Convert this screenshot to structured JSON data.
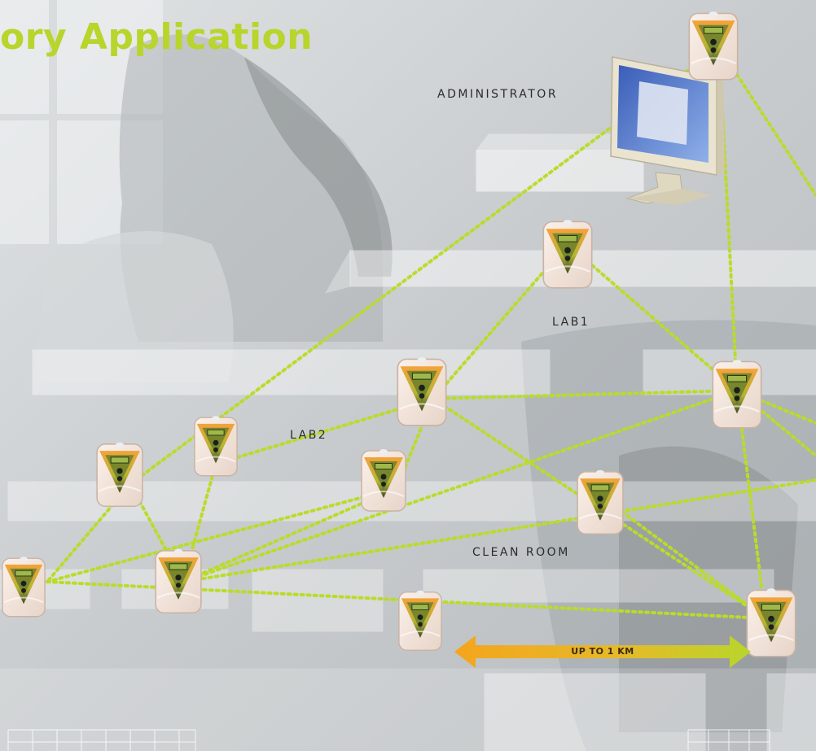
{
  "title": "ory Application",
  "labels": {
    "administrator": "ADMINISTRATOR",
    "lab1": "LAB1",
    "lab2": "LAB2",
    "clean_room": "CLEAN ROOM"
  },
  "range_label": "UP TO 1 KM",
  "colors": {
    "title": "#b7d52b",
    "link_line": "#b9dc2a",
    "range_arrow_left": "#f0a81e",
    "range_arrow_right": "#b7d52b",
    "device_body": "#f4e6dc",
    "device_triangle_outer": "#f0a030",
    "device_triangle_inner": "#6f8a2a"
  },
  "icons": [
    "data-logger-icon",
    "computer-monitor-icon"
  ]
}
